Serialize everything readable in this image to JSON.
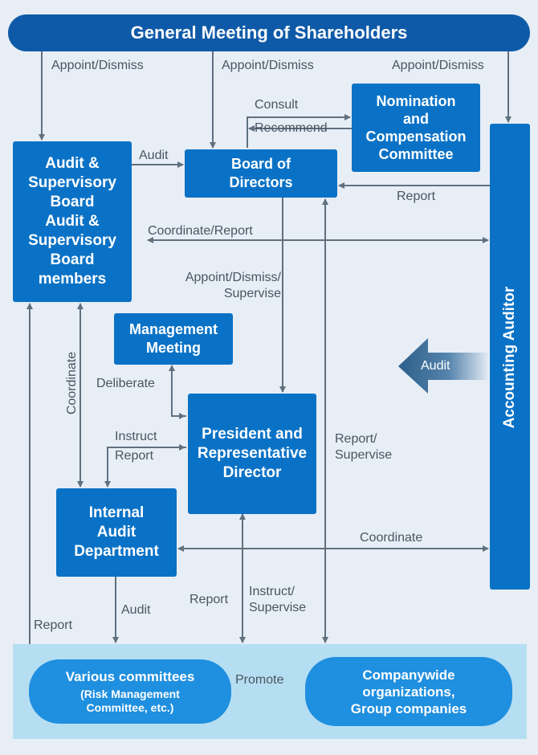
{
  "nodes": {
    "gms": "General Meeting of Shareholders",
    "audit_board": [
      "Audit &",
      "Supervisory",
      "Board",
      "Audit &",
      "Supervisory",
      "Board",
      "members"
    ],
    "board": [
      "Board of",
      "Directors"
    ],
    "nomination": [
      "Nomination",
      "and",
      "Compensation",
      "Committee"
    ],
    "accounting_auditor": "Accounting Auditor",
    "management_meeting": [
      "Management",
      "Meeting"
    ],
    "president": [
      "President and",
      "Representative",
      "Director"
    ],
    "internal_audit": [
      "Internal",
      "Audit",
      "Department"
    ],
    "various_committees": "Various committees",
    "various_committees_sub": [
      "(Risk Management",
      "Committee, etc.)"
    ],
    "companywide": [
      "Companywide",
      "organizations,",
      "Group companies"
    ]
  },
  "labels": {
    "appoint1": "Appoint/Dismiss",
    "appoint2": "Appoint/Dismiss",
    "appoint3": "Appoint/Dismiss",
    "consult": "Consult",
    "recommend": "Recommend",
    "audit_board": "Audit",
    "report_acc": "Report",
    "coordinate_report": "Coordinate/Report",
    "appoint_supervise": [
      "Appoint/Dismiss/",
      "Supervise"
    ],
    "audit_arrow": "Audit",
    "coordinate_vert": "Coordinate",
    "deliberate": "Deliberate",
    "instruct": "Instruct",
    "report_ia": "Report",
    "report_supervise": [
      "Report/",
      "Supervise"
    ],
    "coordinate_h": "Coordinate",
    "audit_down": "Audit",
    "report_left": "Report",
    "report_mid": "Report",
    "instruct_supervise": [
      "Instruct/",
      "Supervise"
    ],
    "promote": "Promote"
  },
  "colors": {
    "box": "#0a72c6",
    "header": "#0f5aa8",
    "oval": "#1f8fe0",
    "bottom_band": "#b6def2",
    "line": "#60707e",
    "background": "#e8eef6"
  }
}
